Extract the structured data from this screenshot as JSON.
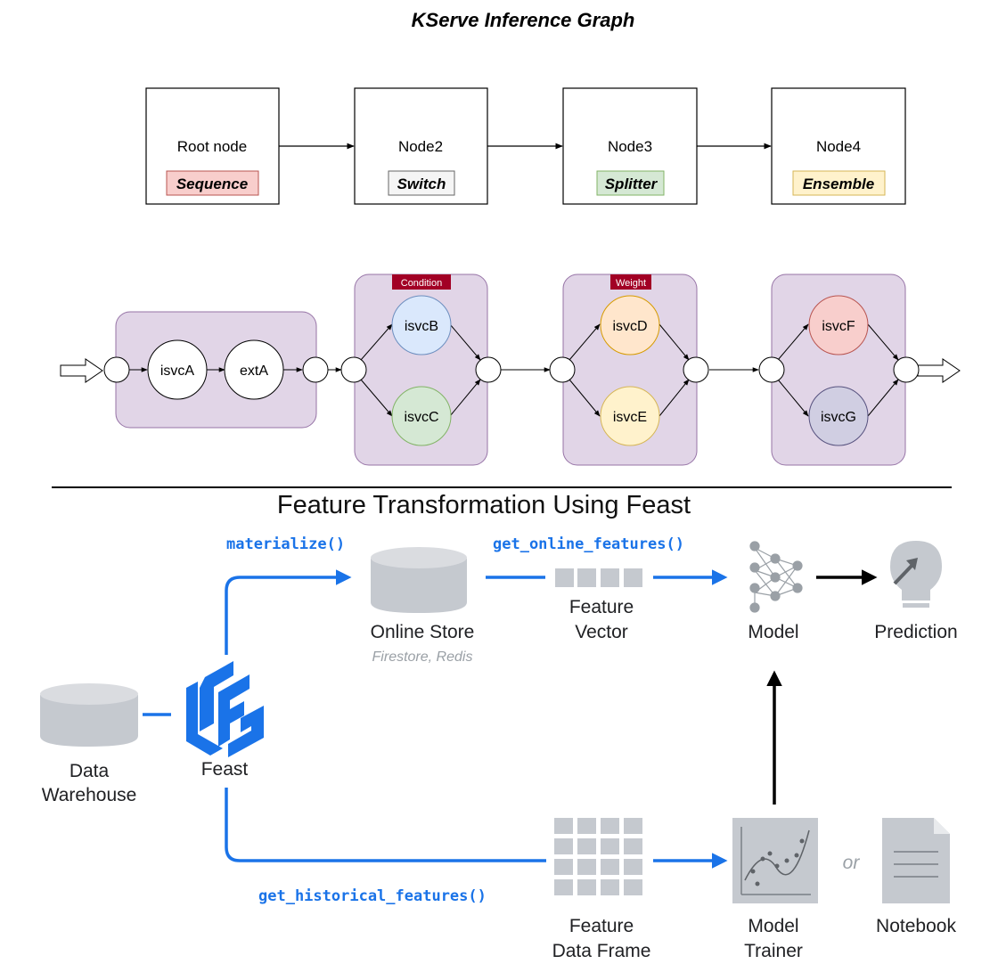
{
  "kserve": {
    "title": "KServe Inference Graph",
    "nodes": [
      {
        "name": "Root node",
        "type": "Sequence",
        "type_color": "#f8cecc",
        "type_border": "#b85450"
      },
      {
        "name": "Node2",
        "type": "Switch",
        "type_color": "#f5f5f5",
        "type_border": "#666666"
      },
      {
        "name": "Node3",
        "type": "Splitter",
        "type_color": "#d5e8d4",
        "type_border": "#82b366"
      },
      {
        "name": "Node4",
        "type": "Ensemble",
        "type_color": "#fff2cc",
        "type_border": "#d6b656"
      }
    ],
    "condition_tag": "Condition",
    "weight_tag": "Weight",
    "services": {
      "isvcA": "isvcA",
      "extA": "extA",
      "isvcB": "isvcB",
      "isvcC": "isvcC",
      "isvcD": "isvcD",
      "isvcE": "isvcE",
      "isvcF": "isvcF",
      "isvcG": "isvcG"
    },
    "colors": {
      "group_fill": "#e1d5e7",
      "group_stroke": "#9673a6",
      "tag_fill": "#a20025",
      "isvcB": "#dae8fc",
      "isvcC": "#d5e8d4",
      "isvcD": "#ffe6cc",
      "isvcE": "#fff2cc",
      "isvcF": "#f8cecc",
      "isvcG": "#d0cee2"
    }
  },
  "feast": {
    "title": "Feature Transformation Using Feast",
    "calls": {
      "materialize": "materialize()",
      "online": "get_online_features()",
      "historical": "get_historical_features()"
    },
    "labels": {
      "data": "Data",
      "warehouse": "Warehouse",
      "feast": "Feast",
      "online_store": "Online Store",
      "online_store_sub": "Firestore, Redis",
      "feature": "Feature",
      "vector": "Vector",
      "model": "Model",
      "prediction": "Prediction",
      "frame_feature": "Feature",
      "data_frame": "Data Frame",
      "trainer_model": "Model",
      "trainer": "Trainer",
      "or": "or",
      "notebook": "Notebook"
    },
    "icons": [
      "database-icon",
      "feast-logo-icon",
      "neural-network-icon",
      "lightbulb-icon",
      "scatter-plot-icon",
      "document-icon"
    ],
    "colors": {
      "accent": "#1a73e8",
      "gray": "#c5c9cf",
      "text": "#202124"
    }
  }
}
